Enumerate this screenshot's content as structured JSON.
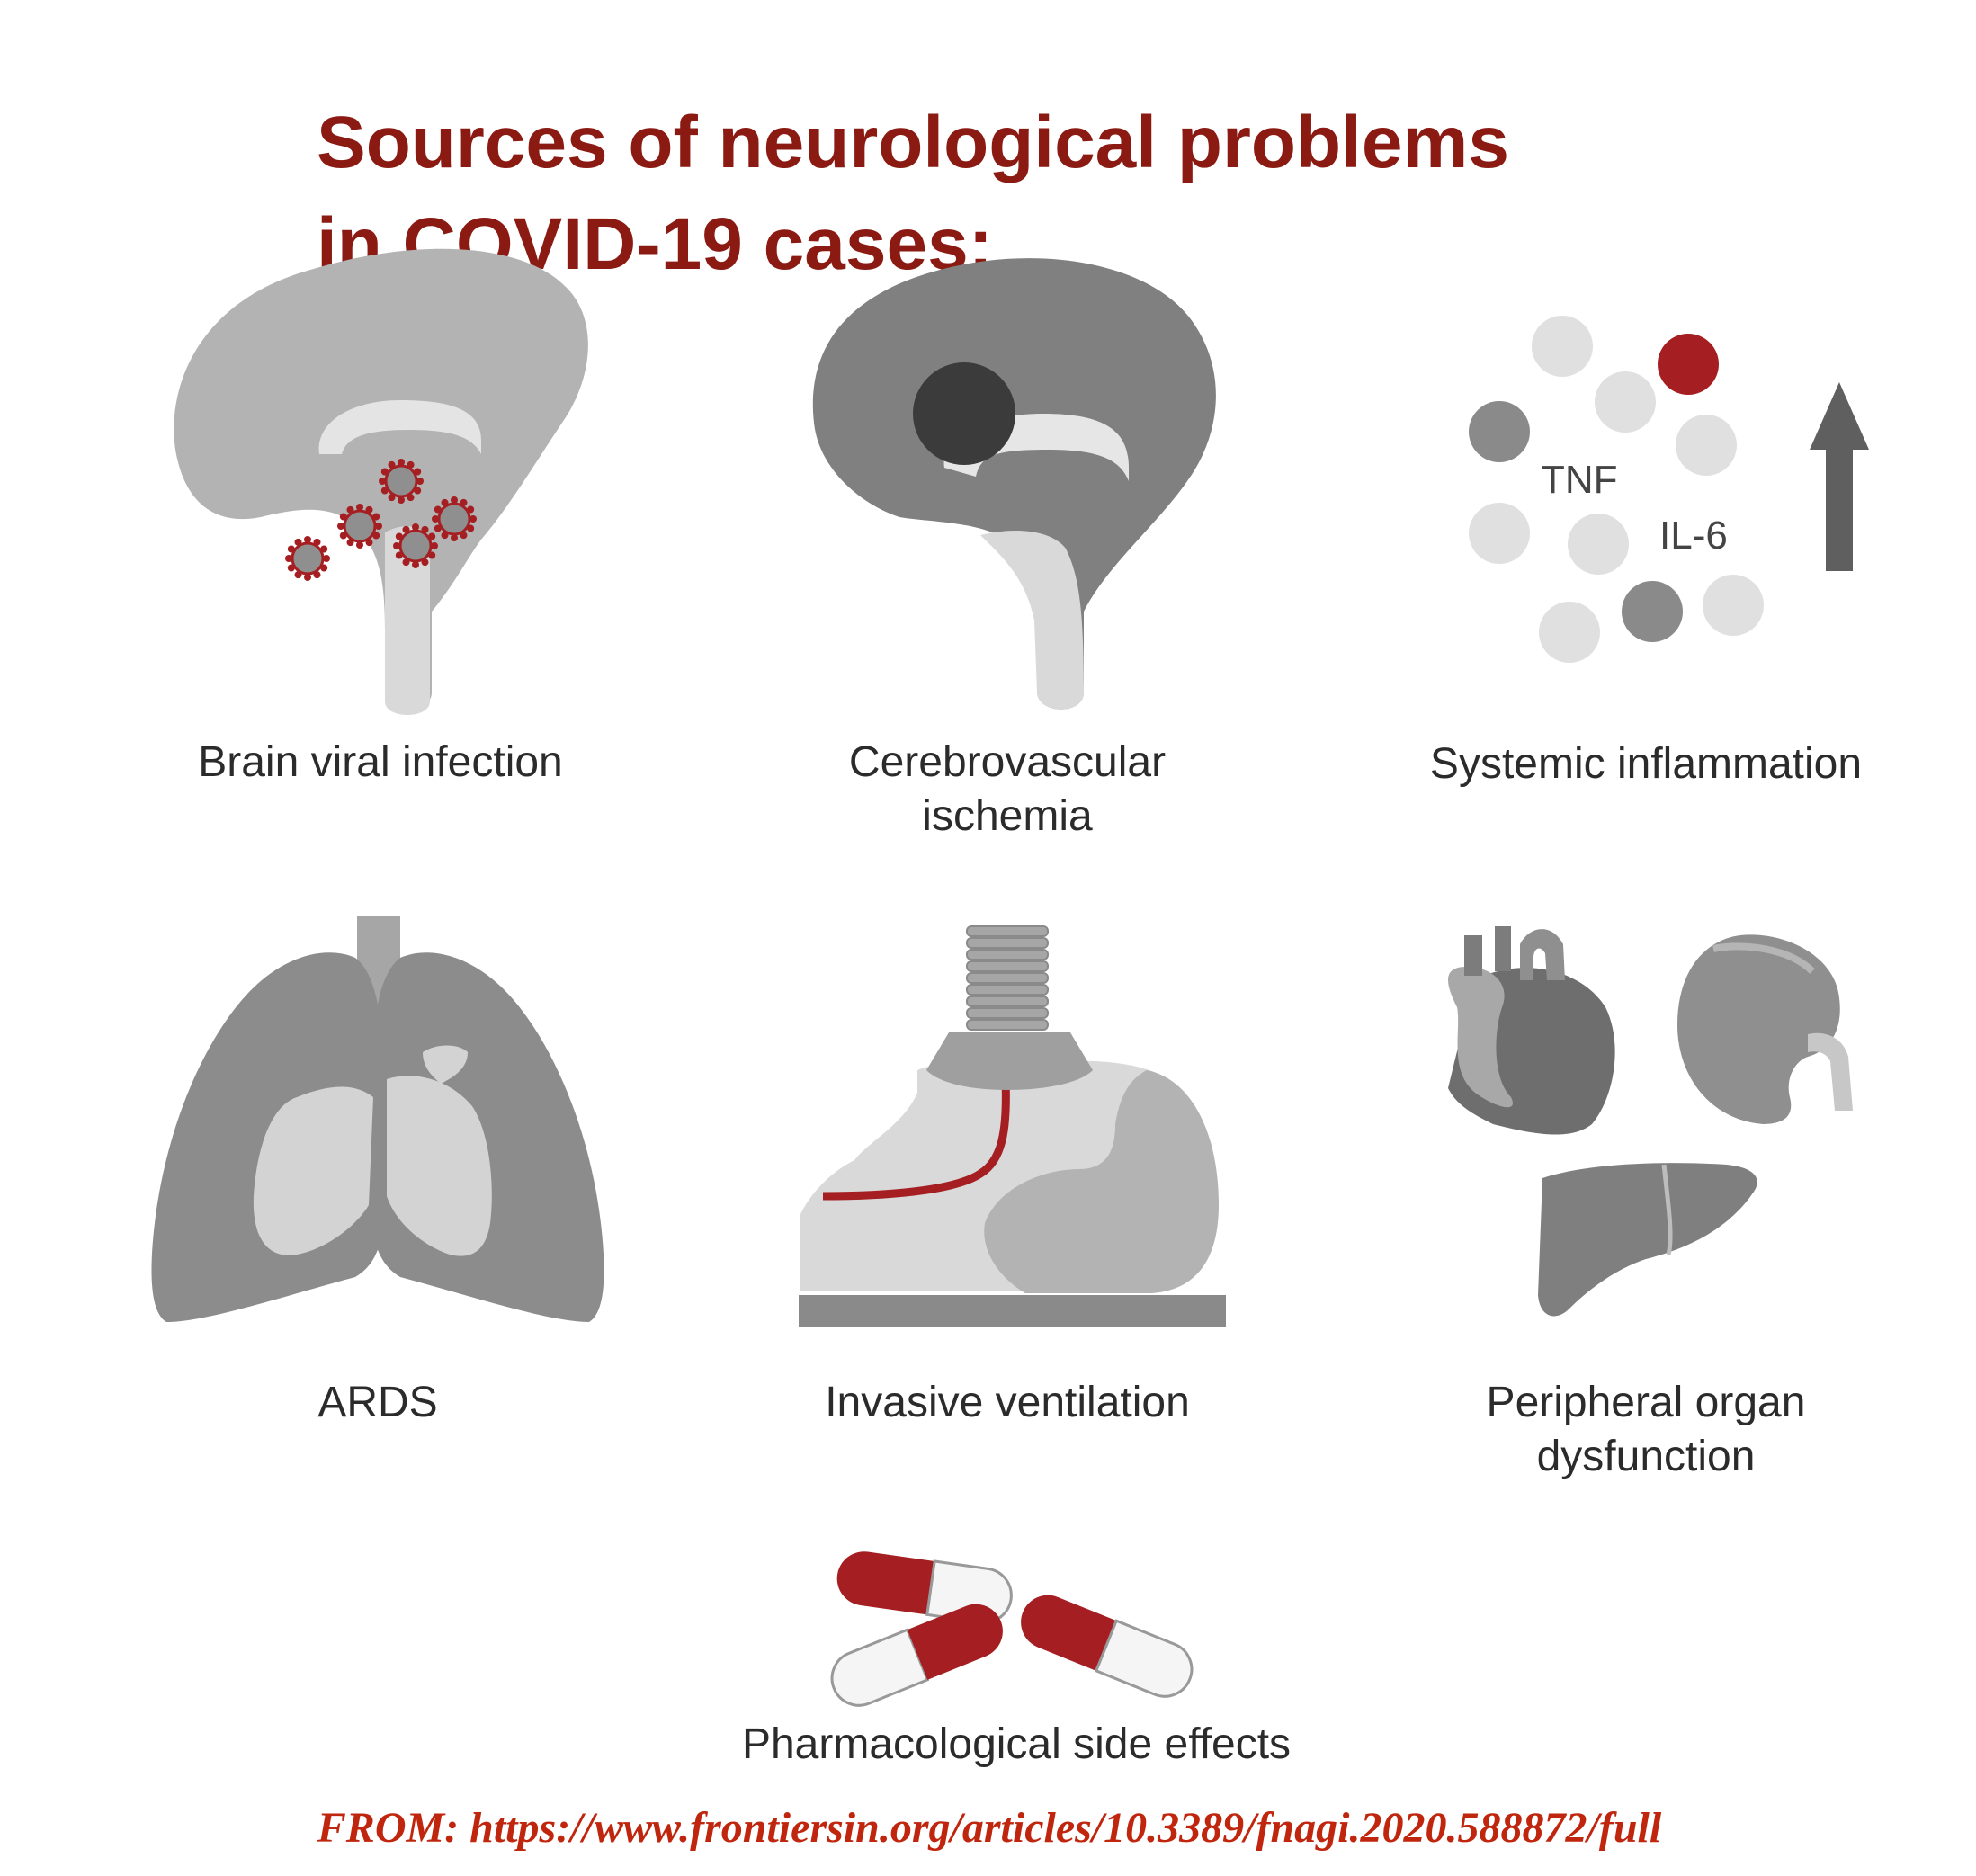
{
  "title": {
    "line1": "Sources of neurological problems",
    "line2": "in COVID-19 cases:"
  },
  "panels": {
    "brain_viral_infection": {
      "label": "Brain viral infection",
      "icon": "brain-with-virus-icon"
    },
    "cerebrovascular_ischemia": {
      "label_line1": "Cerebrovascular",
      "label_line2": "ischemia",
      "icon": "brain-ischemia-icon"
    },
    "systemic_inflammation": {
      "label": "Systemic inflammation",
      "marker1": "TNF",
      "marker2": "IL-6",
      "icon": "cytokine-dots-icon"
    },
    "ards": {
      "label": "ARDS",
      "icon": "lungs-icon"
    },
    "invasive_ventilation": {
      "label": "Invasive ventilation",
      "icon": "intubated-patient-icon"
    },
    "peripheral_organ_dysfunction": {
      "label_line1": "Peripheral organ",
      "label_line2": "dysfunction",
      "icon": "heart-kidney-liver-icon"
    },
    "pharmacological_side_effects": {
      "label": "Pharmacological side effects",
      "icon": "capsules-icon"
    }
  },
  "source": "FROM:  https://www.frontiersin.org/articles/10.3389/fnagi.2020.588872/full",
  "colors": {
    "title": "#8a1a12",
    "accent_red": "#a41e22",
    "source_text": "#c0260e",
    "gray_light": "#d8d8d8",
    "gray_mid": "#b0b0b0",
    "gray_dark": "#7f7f7f",
    "gray_darkest": "#3f3f3f"
  }
}
